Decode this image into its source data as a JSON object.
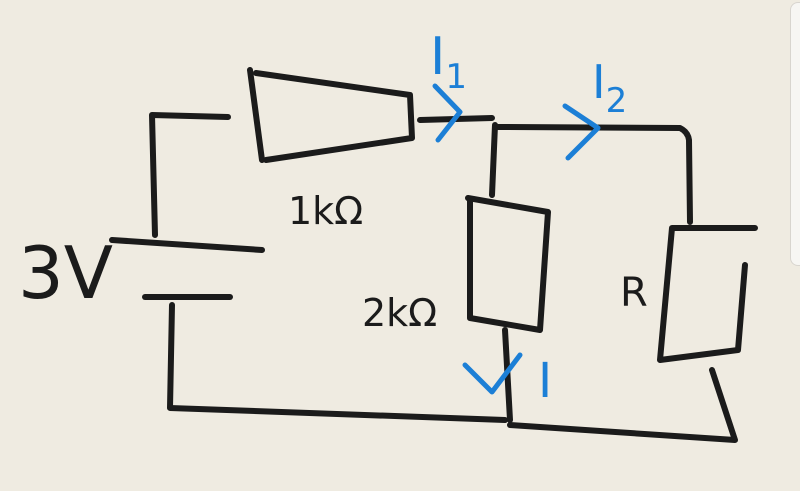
{
  "diagram": {
    "type": "hand-drawn circuit",
    "source_label": "3V",
    "resistors": [
      {
        "id": "r1",
        "label": "1kΩ"
      },
      {
        "id": "r2",
        "label": "2kΩ"
      },
      {
        "id": "r3",
        "label": "R"
      }
    ],
    "currents": [
      {
        "id": "i1",
        "label": "I",
        "subscript": "1"
      },
      {
        "id": "i2",
        "label": "I",
        "subscript": "2"
      },
      {
        "id": "i",
        "label": "I"
      }
    ],
    "colors": {
      "ink": "#1b1b1b",
      "current_ink": "#1c7fd6",
      "paper": "#efebe1"
    }
  }
}
